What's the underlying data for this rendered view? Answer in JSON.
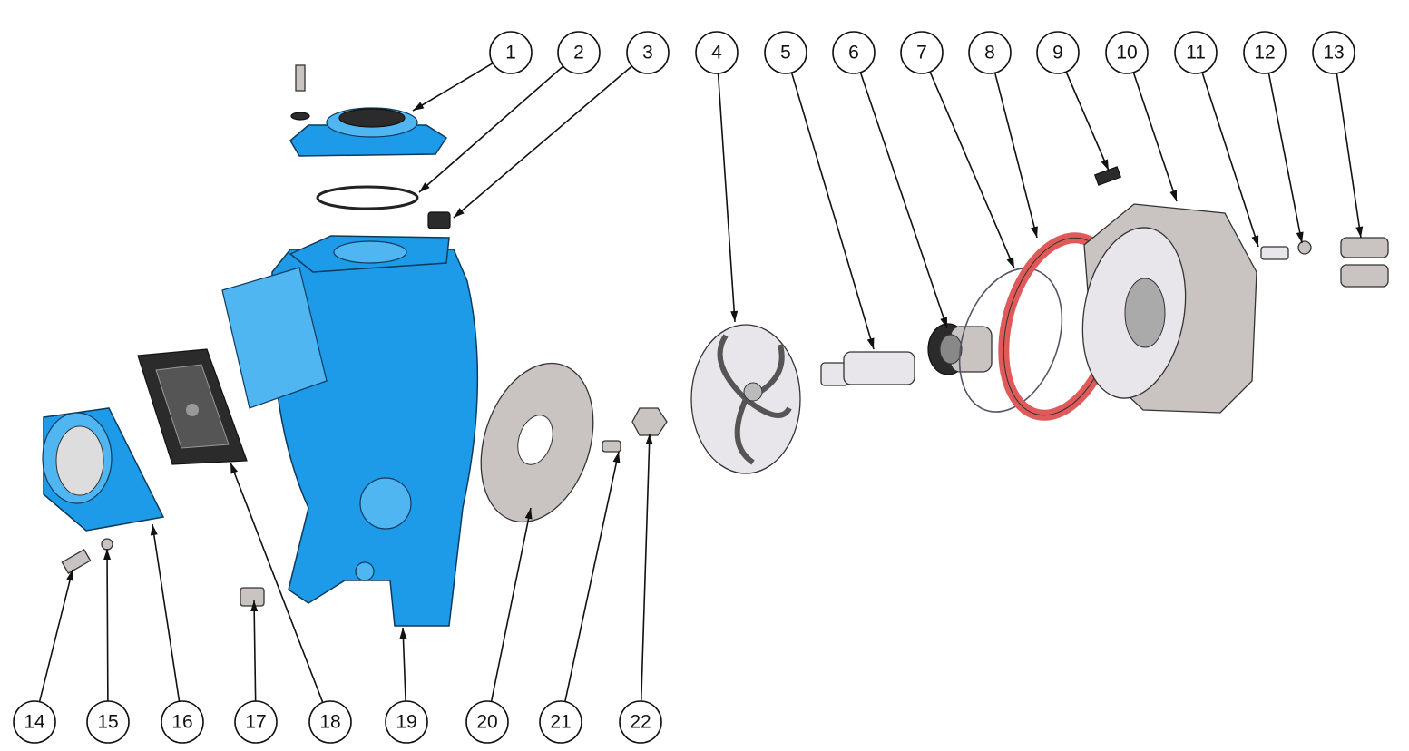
{
  "diagram": {
    "title": "Self-priming centrifugal pump exploded view",
    "colors": {
      "casing": "#1e9be8",
      "metal": "#c9c4c2",
      "gasket": "#e05a5a",
      "line": "#111111"
    },
    "balloons": [
      "1",
      "2",
      "3",
      "4",
      "5",
      "6",
      "7",
      "8",
      "9",
      "10",
      "11",
      "12",
      "13",
      "14",
      "15",
      "16",
      "17",
      "18",
      "19",
      "20",
      "21",
      "22"
    ]
  }
}
